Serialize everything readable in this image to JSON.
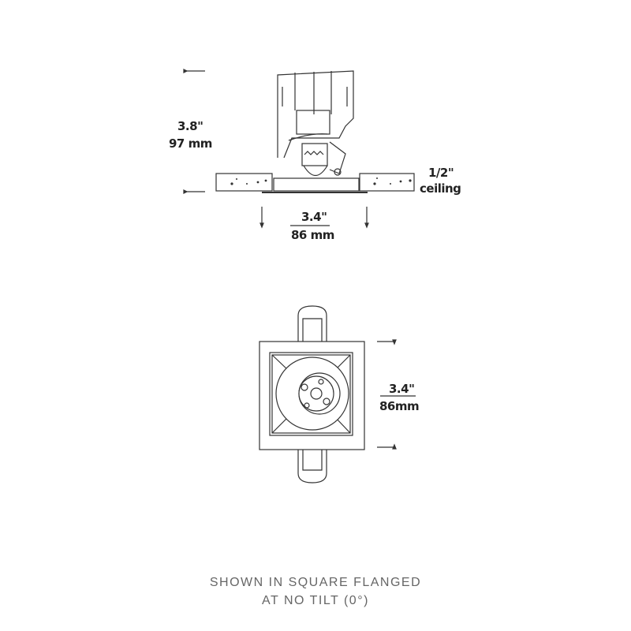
{
  "side_view": {
    "height_in": "3.8\"",
    "height_mm": "97 mm",
    "ceiling_thickness": "1/2\"",
    "ceiling_label": "ceiling",
    "width_in": "3.4\"",
    "width_mm": "86 mm"
  },
  "top_view": {
    "width_in": "3.4\"",
    "width_mm": "86mm"
  },
  "caption": {
    "line1": "SHOWN IN SQUARE FLANGED",
    "line2": "AT NO TILT (0°)"
  }
}
